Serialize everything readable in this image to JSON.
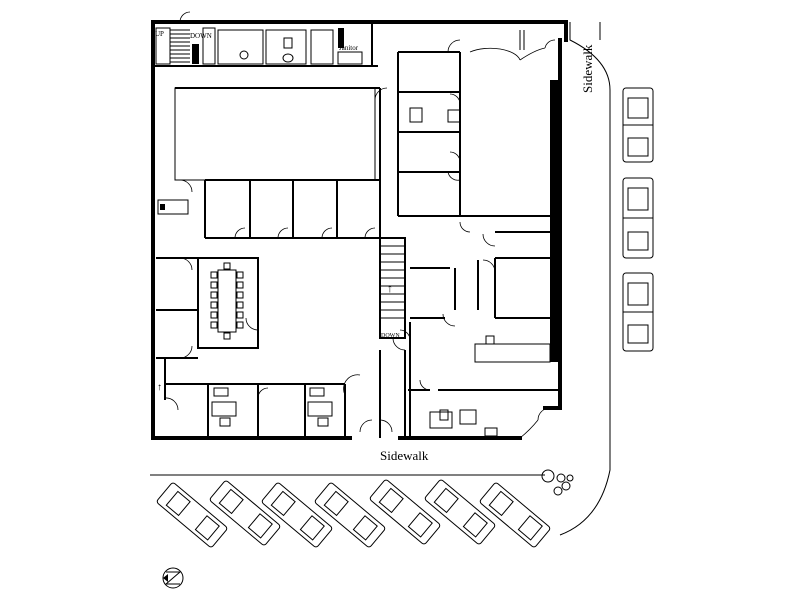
{
  "labels": {
    "sidewalk_east": "Sidewalk",
    "sidewalk_south": "Sidewalk",
    "stair_up": "UP",
    "stair_down": "DOWN",
    "janitor": "Janitor",
    "stair_center_dn": "DOWN"
  },
  "parking": {
    "east_cars": 3,
    "south_cars": 7
  },
  "icons": [
    "north-arrow-icon",
    "stair-arrow-icon",
    "toilet-icon",
    "sink-icon",
    "tree-icon"
  ]
}
